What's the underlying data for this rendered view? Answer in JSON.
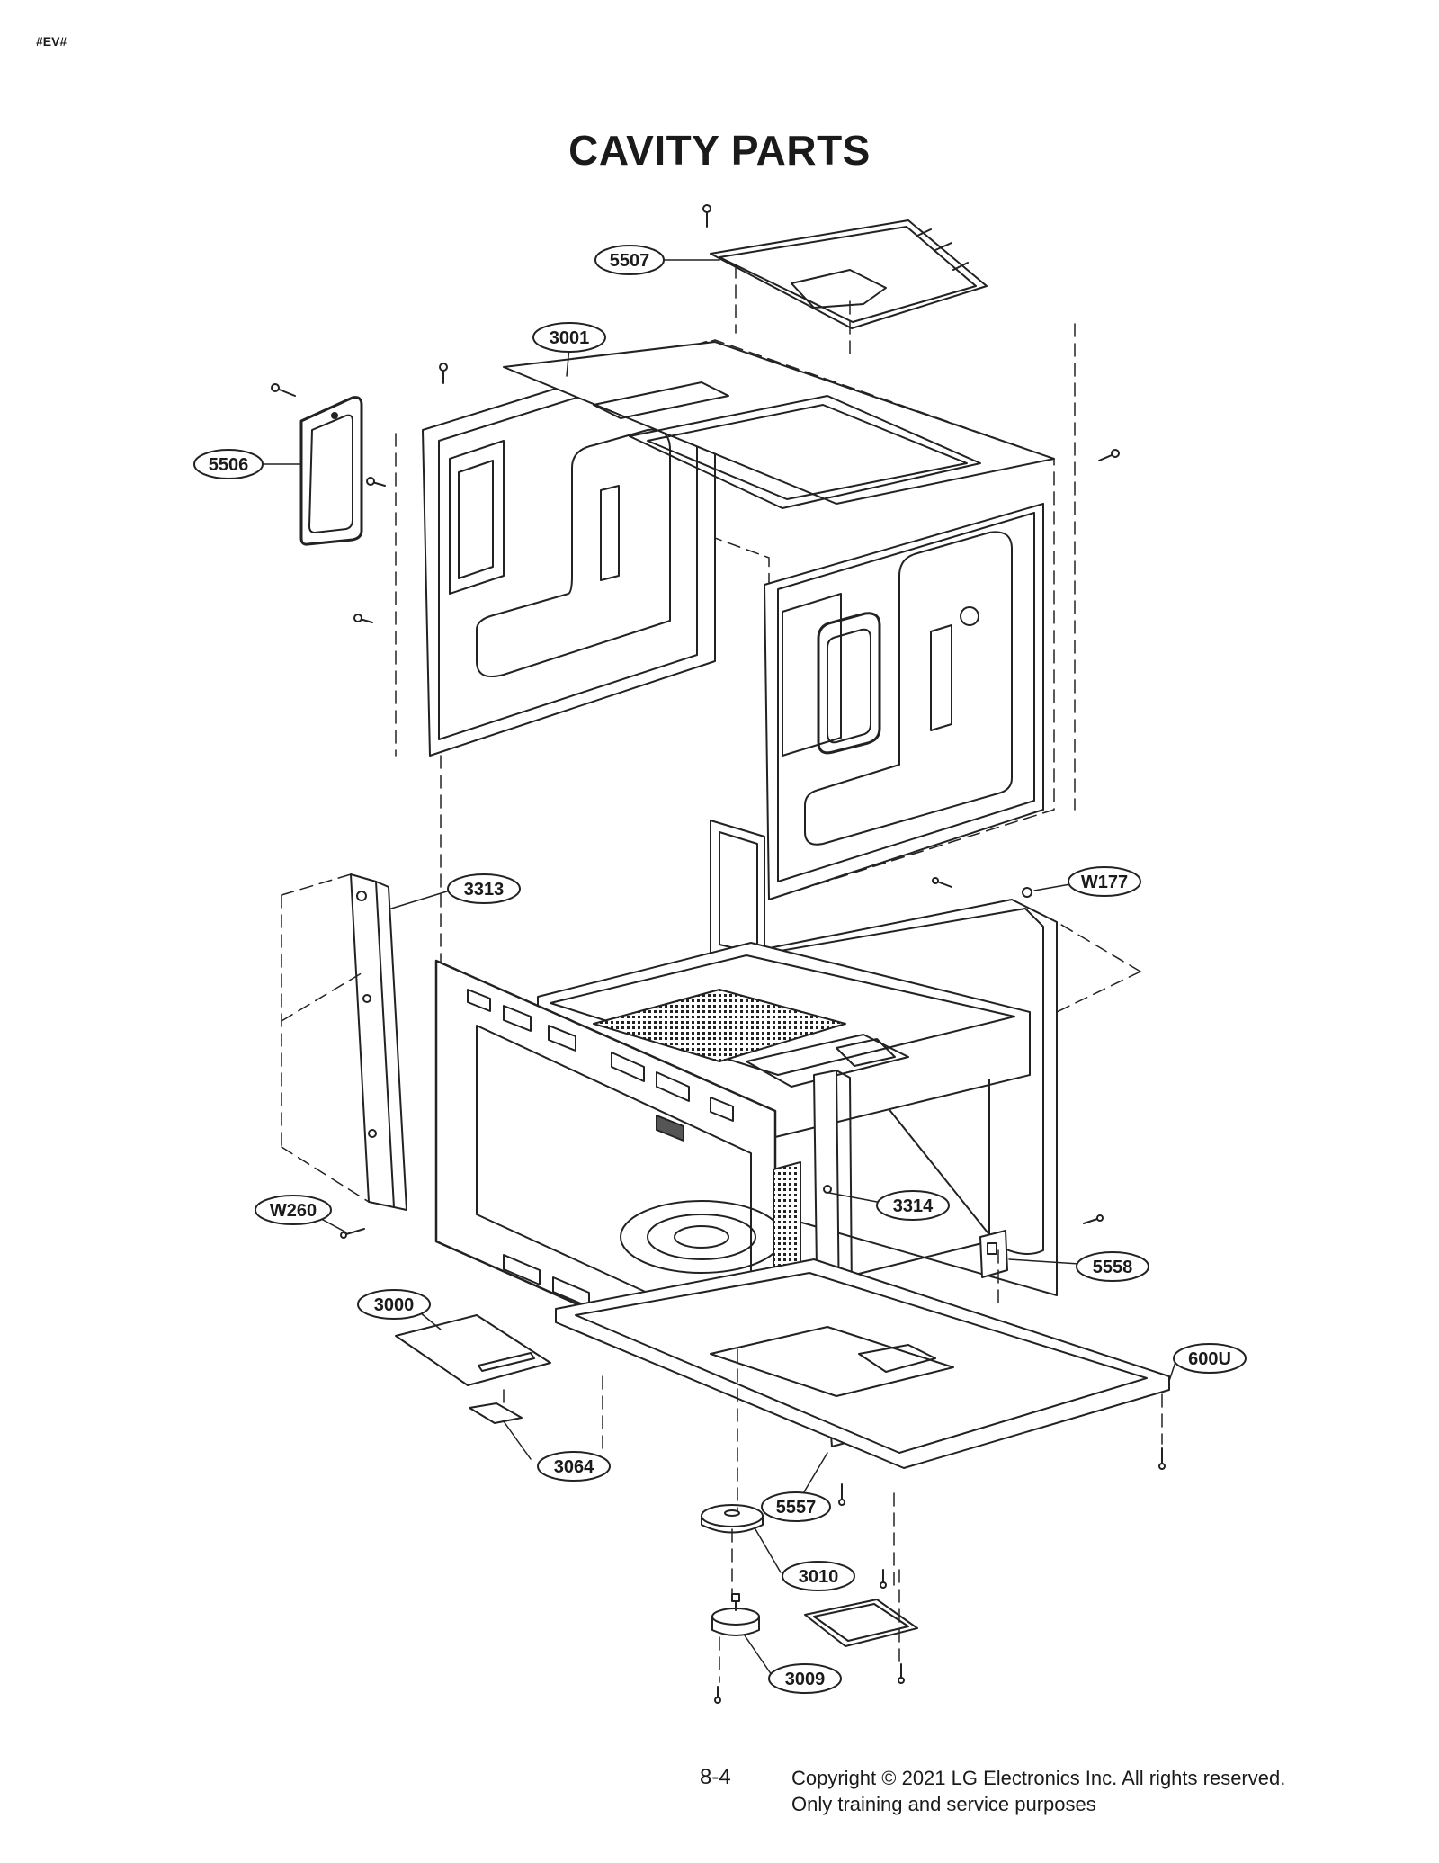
{
  "header": {
    "tag": "#EV#",
    "title": "CAVITY PARTS"
  },
  "callouts": {
    "c5507": "5507",
    "c3001": "3001",
    "c5506": "5506",
    "c3313": "3313",
    "cW177": "W177",
    "cW260": "W260",
    "c3314": "3314",
    "c5558": "5558",
    "c3000": "3000",
    "c600U": "600U",
    "c3064": "3064",
    "c5557": "5557",
    "c3010": "3010",
    "c3009": "3009"
  },
  "footer": {
    "page": "8-4",
    "copyright": "Copyright © 2021 LG Electronics Inc. All rights reserved.",
    "note": "Only training and service purposes"
  }
}
